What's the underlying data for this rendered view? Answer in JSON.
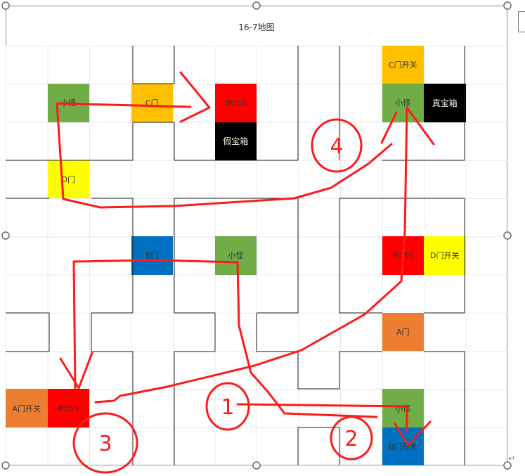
{
  "title": "16-7地图",
  "cells": {
    "c_switch": "C门开关",
    "mob1": "小怪",
    "c_door": "C门",
    "boss1": "BOSS",
    "mob2": "小怪",
    "true_chest": "真宝箱",
    "fake_chest": "假宝箱",
    "d_door": "D门",
    "b_door": "B门",
    "mob3": "小怪",
    "boss2": "BOSS",
    "d_switch": "D门开关",
    "a_door": "A门",
    "a_switch": "A门开关",
    "boss3": "BOSS",
    "mob4": "小怪",
    "b_switch": "B门开关"
  },
  "annotations": {
    "step1": "1",
    "step2": "2",
    "step3": "3",
    "step4": "4"
  },
  "colors": {
    "green": "#70ad47",
    "gold": "#ffc000",
    "red": "#ff0000",
    "black": "#000000",
    "yellow": "#ffff00",
    "blue": "#0070c0",
    "orange": "#ed7d31",
    "ink": "#ff1a1a"
  },
  "misc": {
    "enter_mark": "↵"
  }
}
